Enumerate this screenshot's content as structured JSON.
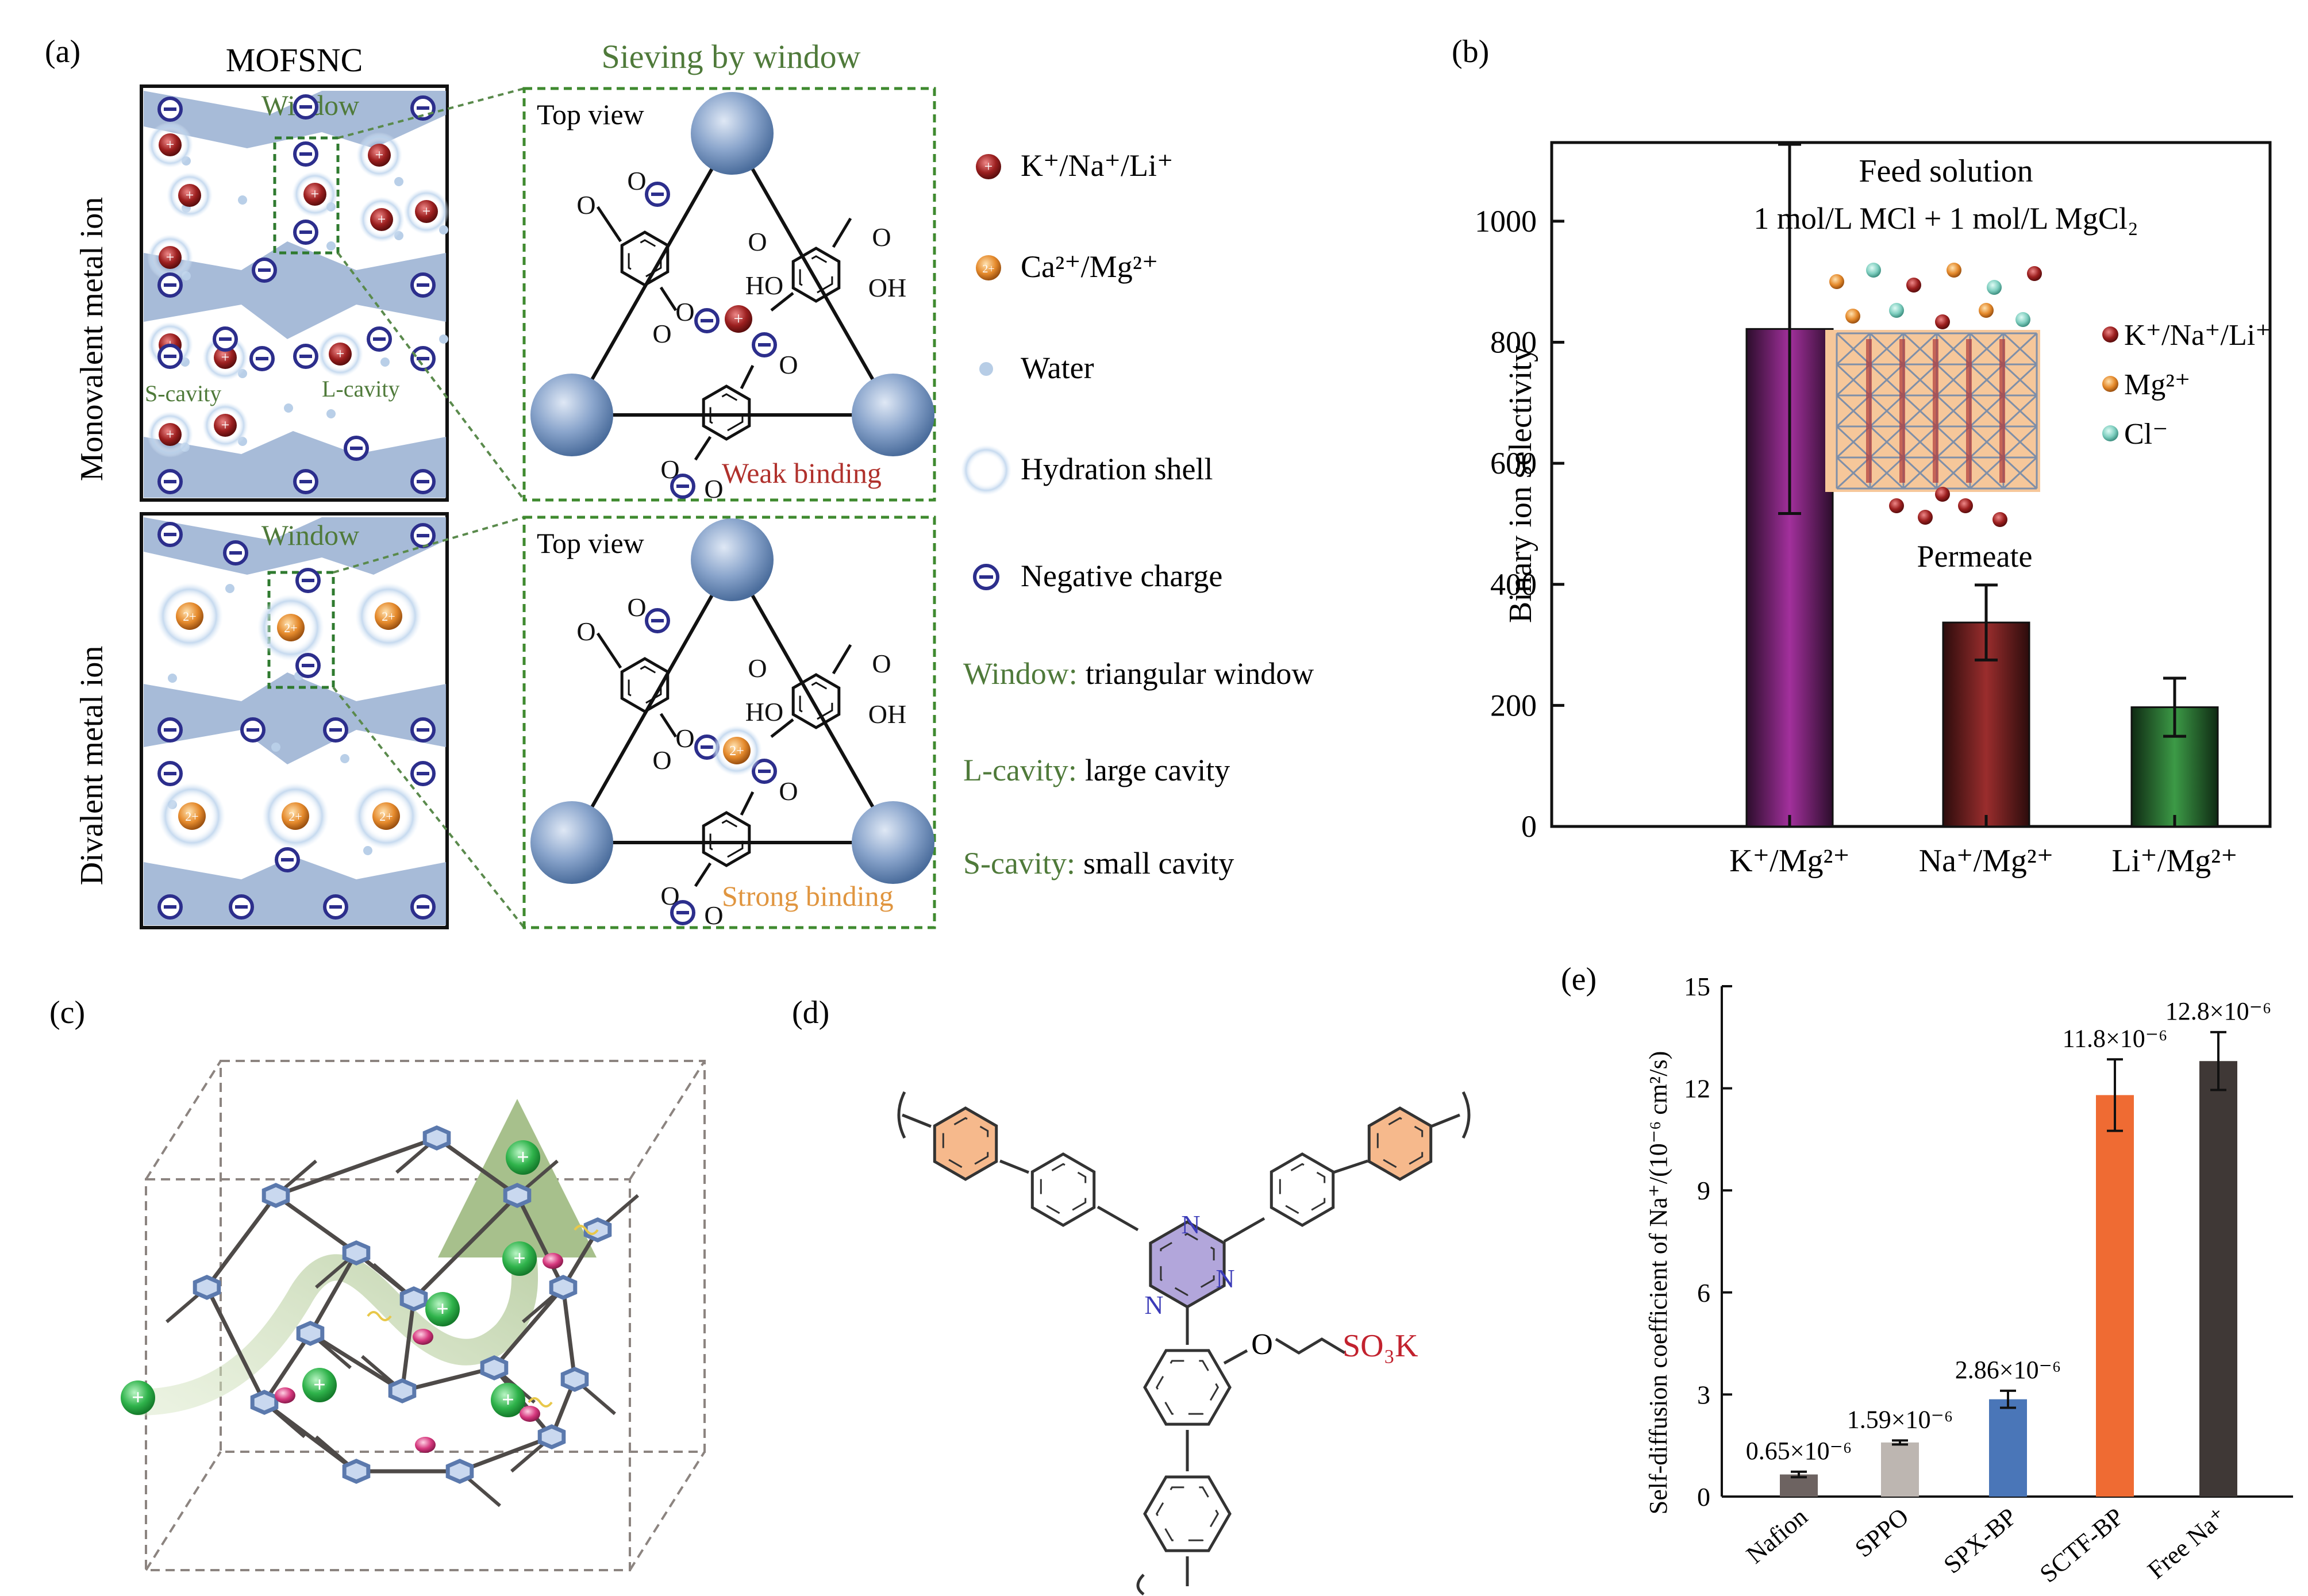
{
  "colors": {
    "green_label": "#4f7a3a",
    "red_label": "#b0312c",
    "orange_label": "#e0953f",
    "framework_blue": "#8aa5c8",
    "node_blue": "#7a9ccc",
    "negative_charge": "#2c2e8c",
    "k_bar": "#5a1d5a",
    "na_bar": "#5a1e1e",
    "li_bar": "#1f4a25",
    "nafion": "#6d6361",
    "sppo": "#bdb6b1",
    "spxbp": "#4a76b8",
    "sctfbp": "#ef6b33",
    "free_na": "#3f3836"
  },
  "panel_a": {
    "label": "(a)",
    "column_title": "MOFSNC",
    "sieving_title": "Sieving by window",
    "row_label_top": "Monovalent metal ion",
    "row_label_bottom": "Divalent metal ion",
    "window": "Window",
    "s_cavity": "S-cavity",
    "l_cavity": "L-cavity",
    "top_view": "Top view",
    "weak_binding": "Weak binding",
    "strong_binding": "Strong binding",
    "ion_plus": "+",
    "ion_2plus": "2+",
    "chem_O": "O",
    "chem_HO": "HO",
    "chem_OH": "OH",
    "legend": [
      {
        "icon": "monovalent-ion-icon",
        "text": "K⁺/Na⁺/Li⁺"
      },
      {
        "icon": "divalent-ion-icon",
        "text": "Ca²⁺/Mg²⁺"
      },
      {
        "icon": "water-icon",
        "text": "Water"
      },
      {
        "icon": "hydration-shell-icon",
        "text": "Hydration shell"
      },
      {
        "icon": "negative-charge-icon",
        "text": "Negative charge"
      }
    ],
    "definitions": [
      {
        "term": "Window:",
        "desc": "triangular window"
      },
      {
        "term": "L-cavity:",
        "desc": "large cavity"
      },
      {
        "term": "S-cavity:",
        "desc": "small cavity"
      }
    ]
  },
  "panel_b": {
    "label": "(b)",
    "inset_title": "Feed solution",
    "inset_subtitle": "1 mol/L MCl + 1 mol/L MgCl₂",
    "inset_permeate": "Permeate",
    "inset_legend": [
      "K⁺/Na⁺/Li⁺",
      "Mg²⁺",
      "Cl⁻"
    ]
  },
  "panel_c": {
    "label": "(c)",
    "cation": "+"
  },
  "panel_d": {
    "label": "(d)",
    "atoms": {
      "n": "N",
      "o": "O",
      "so3k": "SO₃K"
    }
  },
  "panel_e": {
    "label": "(e)"
  },
  "chart_data": [
    {
      "type": "bar",
      "categories": [
        "K⁺/Mg²⁺",
        "Na⁺/Mg²⁺",
        "Li⁺/Mg²⁺"
      ],
      "values": [
        822,
        337,
        197
      ],
      "errors": [
        305,
        62,
        48
      ],
      "ylabel": "Binary ion selectivity",
      "ylim": [
        0,
        1130
      ],
      "yticks": [
        0,
        200,
        400,
        600,
        800,
        1000
      ],
      "grid": false
    },
    {
      "type": "bar",
      "categories": [
        "Nafion",
        "SPPO",
        "SPX-BP",
        "SCTF-BP",
        "Free Na⁺"
      ],
      "values": [
        0.65,
        1.59,
        2.86,
        11.8,
        12.8
      ],
      "errors": [
        0.08,
        0.06,
        0.25,
        1.05,
        0.85
      ],
      "data_labels": [
        "0.65×10⁻⁶",
        "1.59×10⁻⁶",
        "2.86×10⁻⁶",
        "11.8×10⁻⁶",
        "12.8×10⁻⁶"
      ],
      "ylabel": "Self-diffusion coefficient of Na⁺/(10⁻⁶ cm²/s)",
      "ylim": [
        0,
        15
      ],
      "yticks": [
        0,
        3,
        6,
        9,
        12,
        15
      ],
      "grid": false
    }
  ]
}
